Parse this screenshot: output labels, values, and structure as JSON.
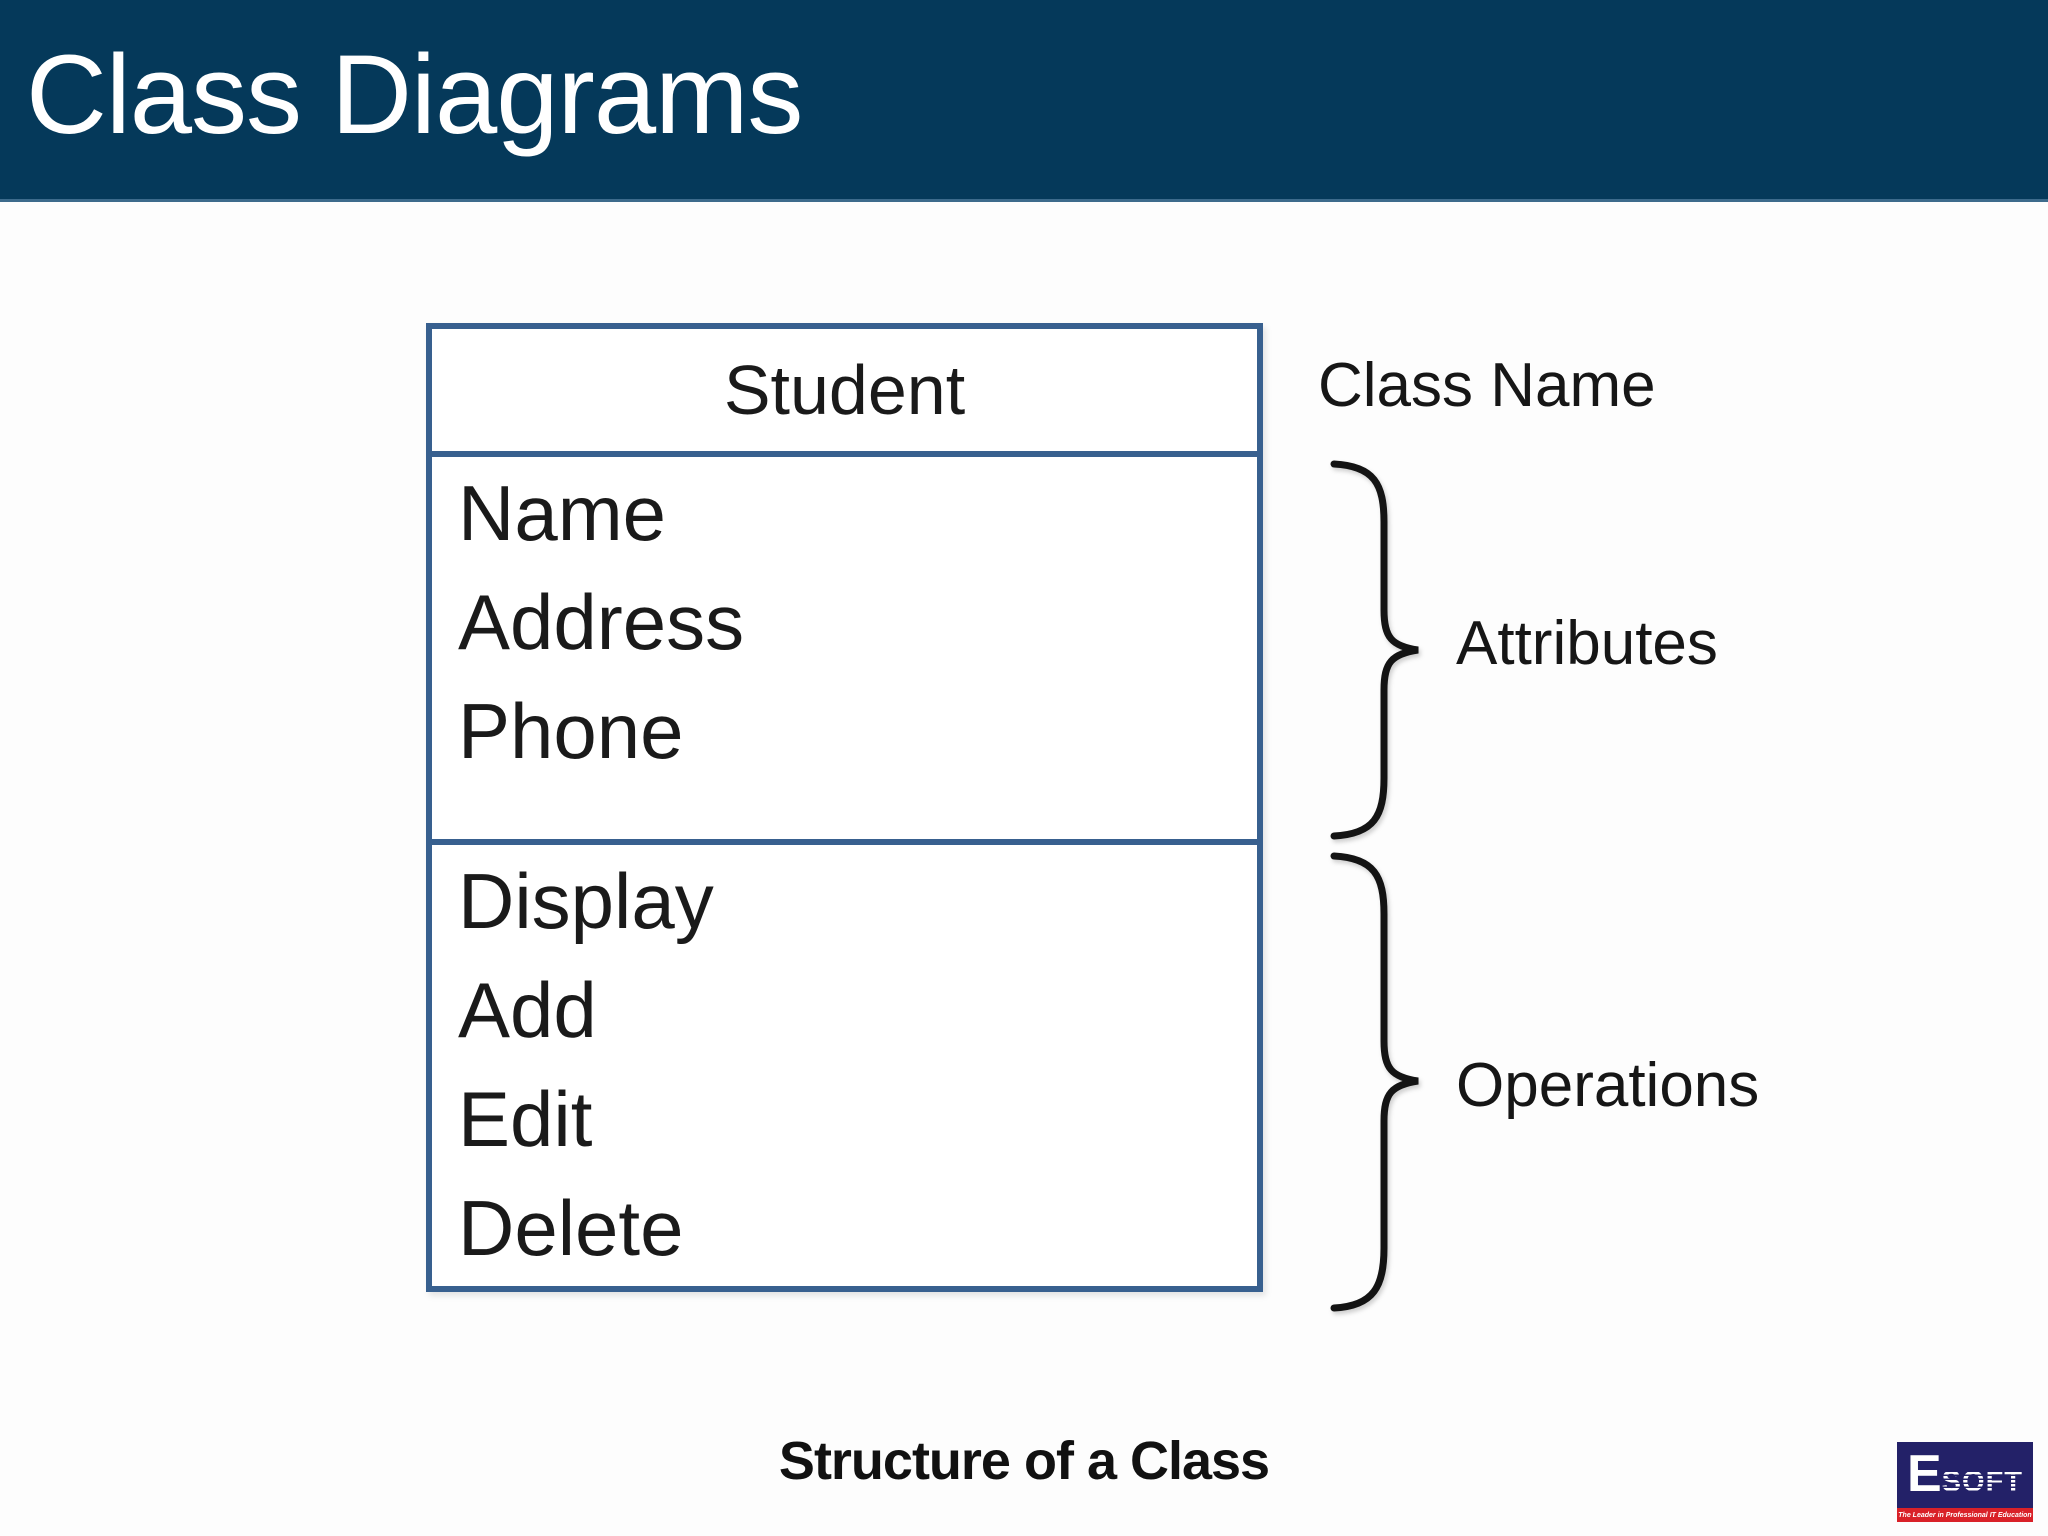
{
  "slide": {
    "title": "Class Diagrams",
    "caption": "Structure of a Class"
  },
  "class_box": {
    "name": "Student",
    "attributes": [
      "Name",
      "Address",
      "Phone"
    ],
    "operations": [
      "Display",
      "Add",
      "Edit",
      "Delete"
    ]
  },
  "annotations": {
    "class_name_label": "Class Name",
    "attributes_label": "Attributes",
    "operations_label": "Operations"
  },
  "logo": {
    "brand_initial": "E",
    "brand_rest": "SOFT",
    "tagline": "The Leader in Professional IT Education"
  },
  "colors": {
    "header_bg": "#05395a",
    "box_border": "#38608f",
    "text": "#1a1a1a",
    "logo_bg": "#232168",
    "logo_band_bg": "#d92128"
  }
}
